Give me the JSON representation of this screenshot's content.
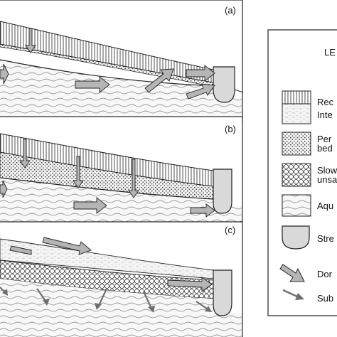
{
  "panels": [
    {
      "label": "(a)"
    },
    {
      "label": "(b)"
    },
    {
      "label": "(c)"
    }
  ],
  "legend": {
    "title": "LE",
    "items": [
      {
        "label": "Rec",
        "symbol": "vertical-hatch-fill"
      },
      {
        "label": "Inte",
        "symbol": "dash-fill"
      },
      {
        "label": "Per\nbed",
        "symbol": "dot-fill"
      },
      {
        "label": "Slow\nunsa",
        "symbol": "circle-fill"
      },
      {
        "label": "Aqu",
        "symbol": "wave-fill"
      },
      {
        "label": "Stre",
        "symbol": "stream-shape"
      },
      {
        "label": "Dor",
        "symbol": "thick-arrow"
      },
      {
        "label": "Sub",
        "symbol": "thin-arrow"
      }
    ]
  },
  "colors": {
    "arrow_fill": "#b5b5b5",
    "thin_arrow": "#6e6e6e",
    "stroke": "#222222",
    "stream_fill": "#d9d9d9"
  }
}
